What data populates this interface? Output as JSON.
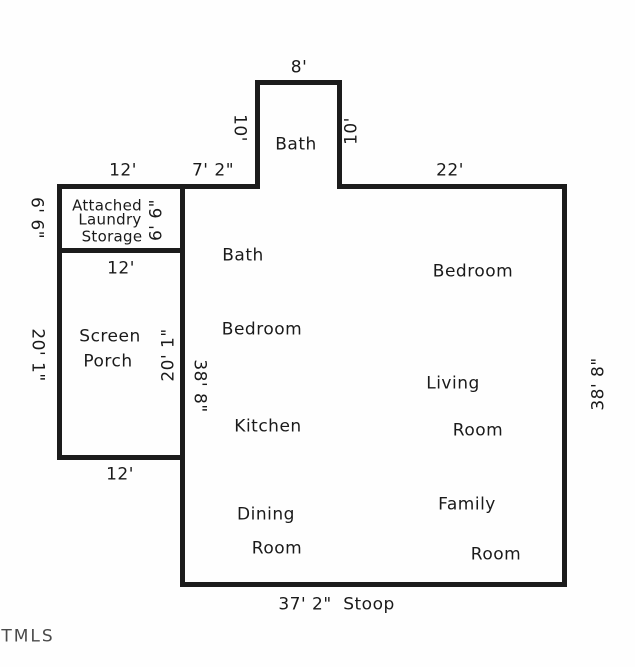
{
  "colors": {
    "wall": "#1c1c1c",
    "ink": "#1a1a1a",
    "paper": "#fefefe",
    "watermark": "#4a4a4a"
  },
  "rooms": {
    "bath_upper": "Bath",
    "laundry": {
      "line1": "Attached",
      "line2": "Laundry",
      "line3": "Storage"
    },
    "bath_main": "Bath",
    "bedroom_left": "Bedroom",
    "screen_porch": {
      "line1": "Screen",
      "line2": "Porch"
    },
    "kitchen": "Kitchen",
    "dining": {
      "line1": "Dining",
      "line2": "Room"
    },
    "bedroom_right": "Bedroom",
    "living": {
      "line1": "Living",
      "line2": "Room"
    },
    "family": {
      "line1": "Family",
      "line2": "Room"
    },
    "stoop": "Stoop"
  },
  "dimensions": {
    "bump_top_width": "8'",
    "bump_left_depth": "10'",
    "bump_right_depth": "10'",
    "laundry_top_width": "12'",
    "front_top_offset": "7' 2\"",
    "top_right_width": "22'",
    "laundry_left_depth": "6' 6\"",
    "laundry_inner_depth": "6' 6\"",
    "porch_top_width": "12'",
    "porch_left_depth": "20' 1\"",
    "porch_inner_depth": "20' 1\"",
    "house_depth_inner": "38' 8\"",
    "house_depth_right": "38' 8\"",
    "porch_bottom_width": "12'",
    "house_bottom_width": "37' 2\""
  },
  "watermark": "TMLS"
}
